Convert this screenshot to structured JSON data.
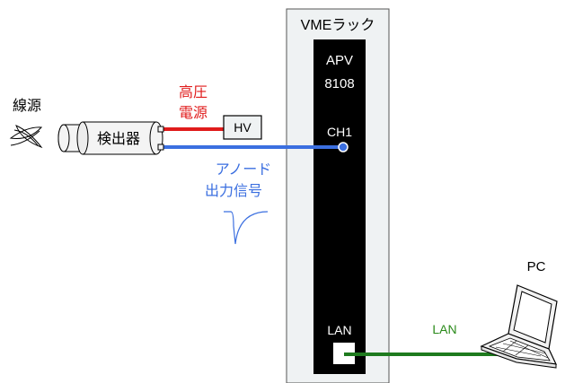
{
  "rack": {
    "title": "VMEラック"
  },
  "module": {
    "name_line1": "APV",
    "name_line2": "8108",
    "channel": "CH1",
    "lan_port": "LAN"
  },
  "source": {
    "label": "線源"
  },
  "detector": {
    "label": "検出器"
  },
  "hv": {
    "label_line1": "高圧",
    "label_line2": "電源",
    "box_label": "HV"
  },
  "anode": {
    "label_line1": "アノード",
    "label_line2": "出力信号"
  },
  "network": {
    "lan_label": "LAN"
  },
  "pc": {
    "label": "PC"
  },
  "colors": {
    "hv_line": "#e01b1b",
    "signal_line": "#3b6fe0",
    "lan_line": "#1e7a1e",
    "signal_text": "#3b6fe0",
    "lan_text": "#2a8a1a",
    "module_fill": "#000000",
    "rack_fill": "#eff2f3"
  }
}
